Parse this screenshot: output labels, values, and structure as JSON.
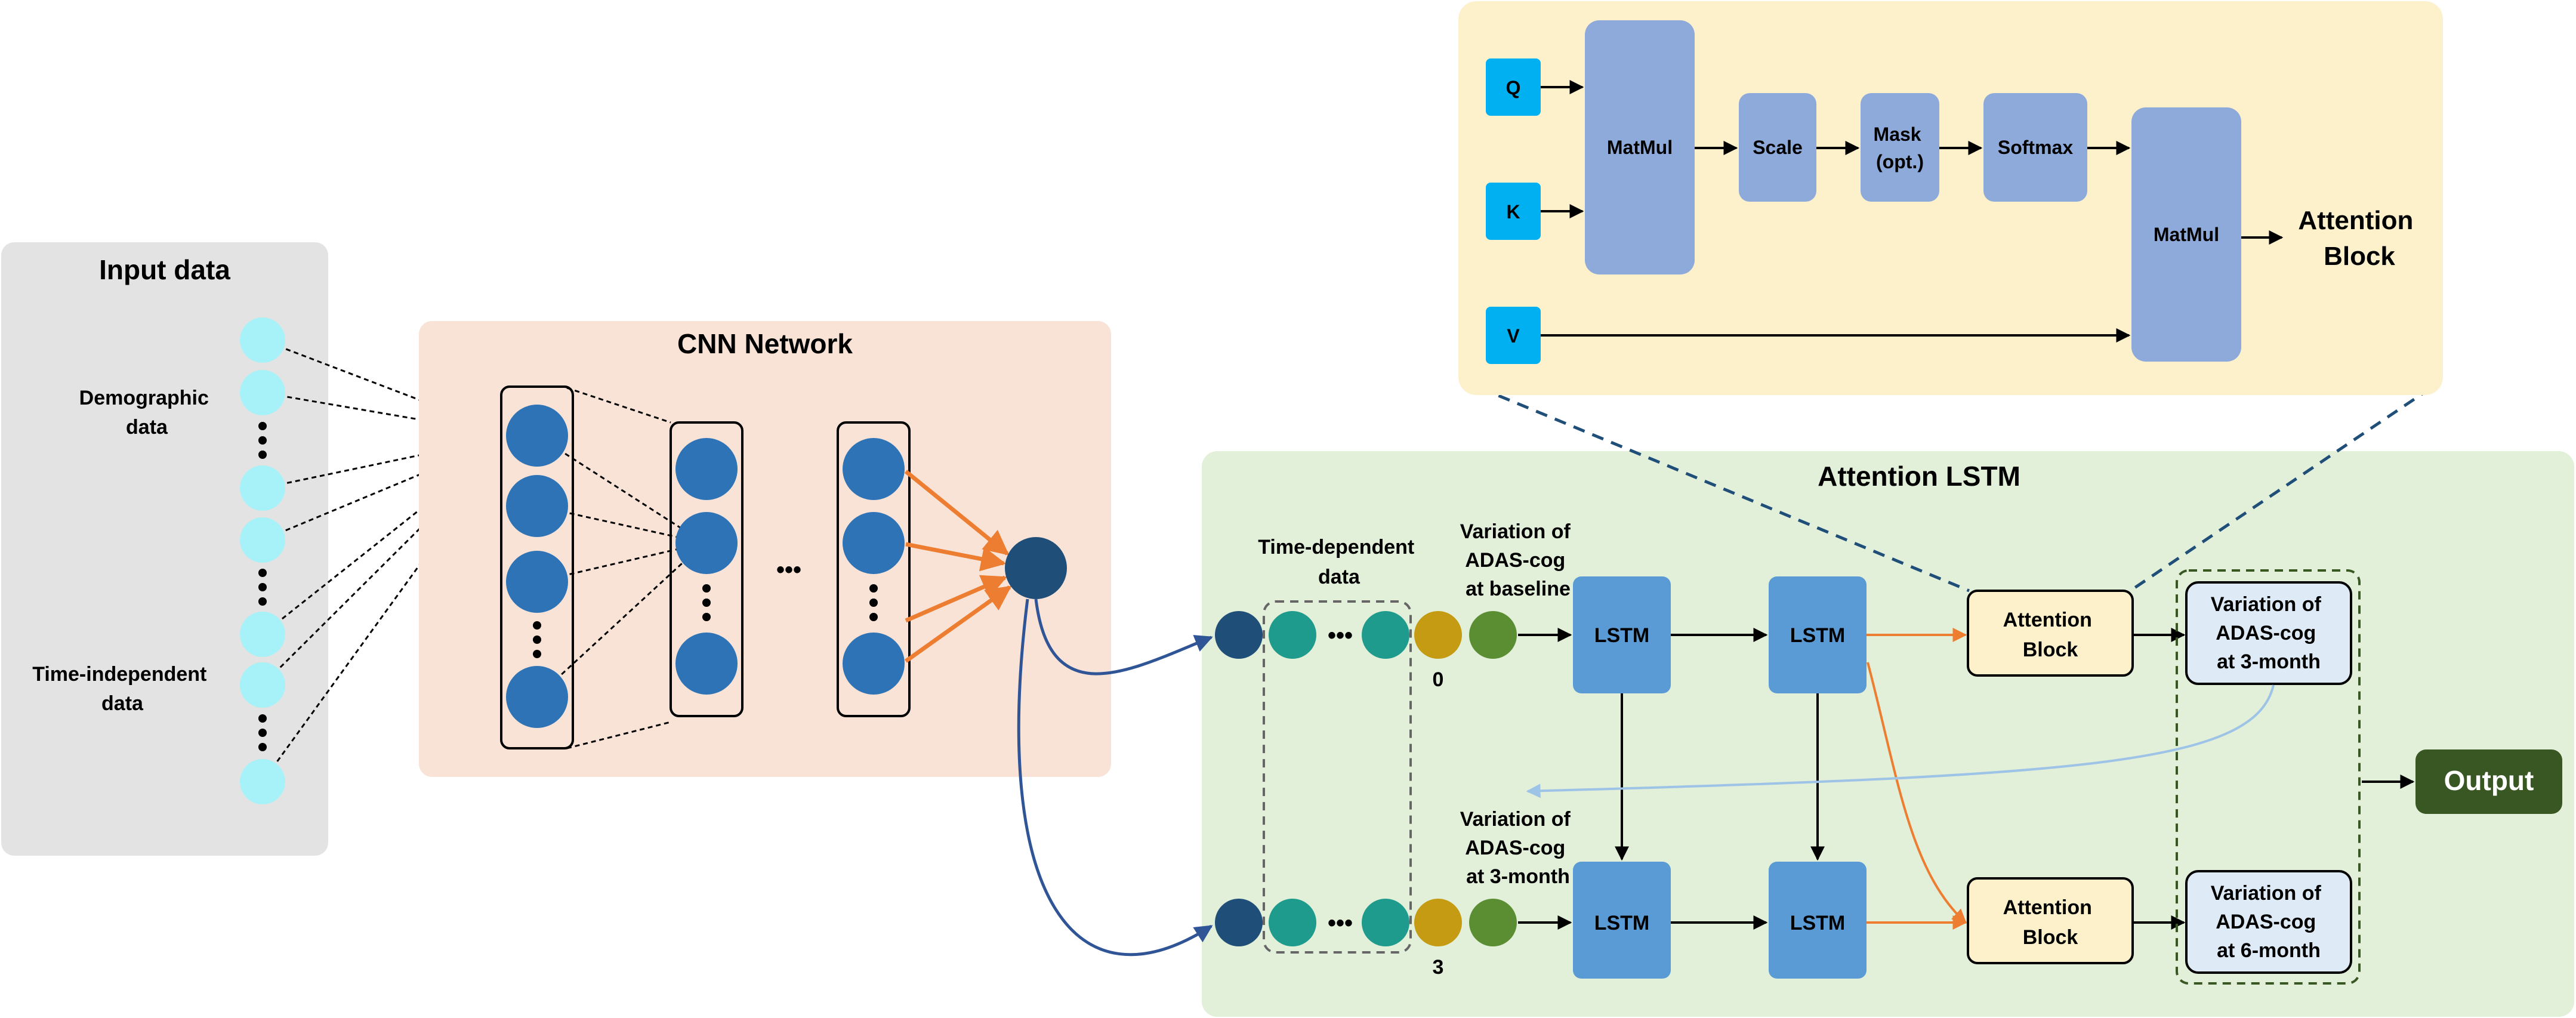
{
  "input_panel": {
    "title": "Input data",
    "demographic_label": [
      "Demographic",
      "data"
    ],
    "time_independent_label": [
      "Time-independent",
      "data"
    ]
  },
  "cnn_panel": {
    "title": "CNN Network",
    "ellipsis": "•••"
  },
  "attention_block_detail": {
    "q_label": "Q",
    "k_label": "K",
    "v_label": "V",
    "matmul_label": "MatMul",
    "scale_label": "Scale",
    "mask_label": [
      "Mask",
      "(opt.)"
    ],
    "softmax_label": "Softmax",
    "matmul2_label": "MatMul",
    "title": [
      "Attention",
      "Block"
    ]
  },
  "lstm_panel": {
    "title": "Attention LSTM",
    "time_dependent_label": [
      "Time-dependent",
      "data"
    ],
    "baseline_label": [
      "Variation of",
      "ADAS-cog",
      "at baseline"
    ],
    "baseline_step": "0",
    "month3_label": [
      "Variation of",
      "ADAS-cog",
      "at 3-month"
    ],
    "month3_step": "3",
    "lstm_label": "LSTM",
    "attention_block_label": [
      "Attention",
      "Block"
    ],
    "out_3month": [
      "Variation of",
      "ADAS-cog",
      "at 3-month"
    ],
    "out_6month": [
      "Variation of",
      "ADAS-cog",
      "at 6-month"
    ],
    "output_label": "Output",
    "ellipsis": "•••"
  },
  "colors": {
    "input_bg": "#e3e3e3",
    "cnn_bg": "#f9e3d6",
    "lstm_bg": "#e2efd9",
    "attention_bg": "#fdf1cc",
    "input_node": "#a6f2f8",
    "cnn_node": "#2e73b6",
    "cnn_output_node": "#1f4e79",
    "teal_node": "#1e9b8c",
    "gold_node": "#c49b12",
    "green_node": "#5b8e33",
    "lstm_box": "#5b9bd5",
    "attn_op_box": "#8eaadb",
    "qkv_box": "#00b0f0",
    "output_box": "#385723",
    "orange_arrow": "#ed7d31",
    "navy_arrow": "#2f5597",
    "lightblue_arrow": "#9dc3e6"
  }
}
